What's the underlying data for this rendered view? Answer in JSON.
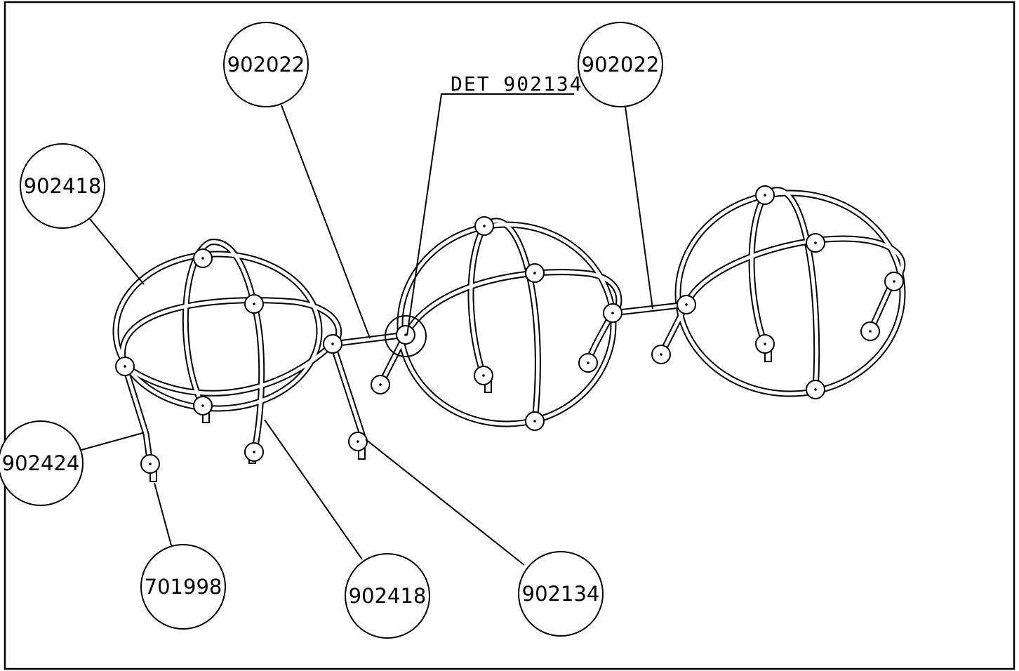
{
  "drawing": {
    "callouts": [
      {
        "id": "c1",
        "text": "902418"
      },
      {
        "id": "c2",
        "text": "902022"
      },
      {
        "id": "c3",
        "text": "902022"
      },
      {
        "id": "c4",
        "text": "902424"
      },
      {
        "id": "c5",
        "text": "701998"
      },
      {
        "id": "c6",
        "text": "902418"
      },
      {
        "id": "c7",
        "text": "902134"
      }
    ],
    "detail_label": "DET 902134"
  }
}
